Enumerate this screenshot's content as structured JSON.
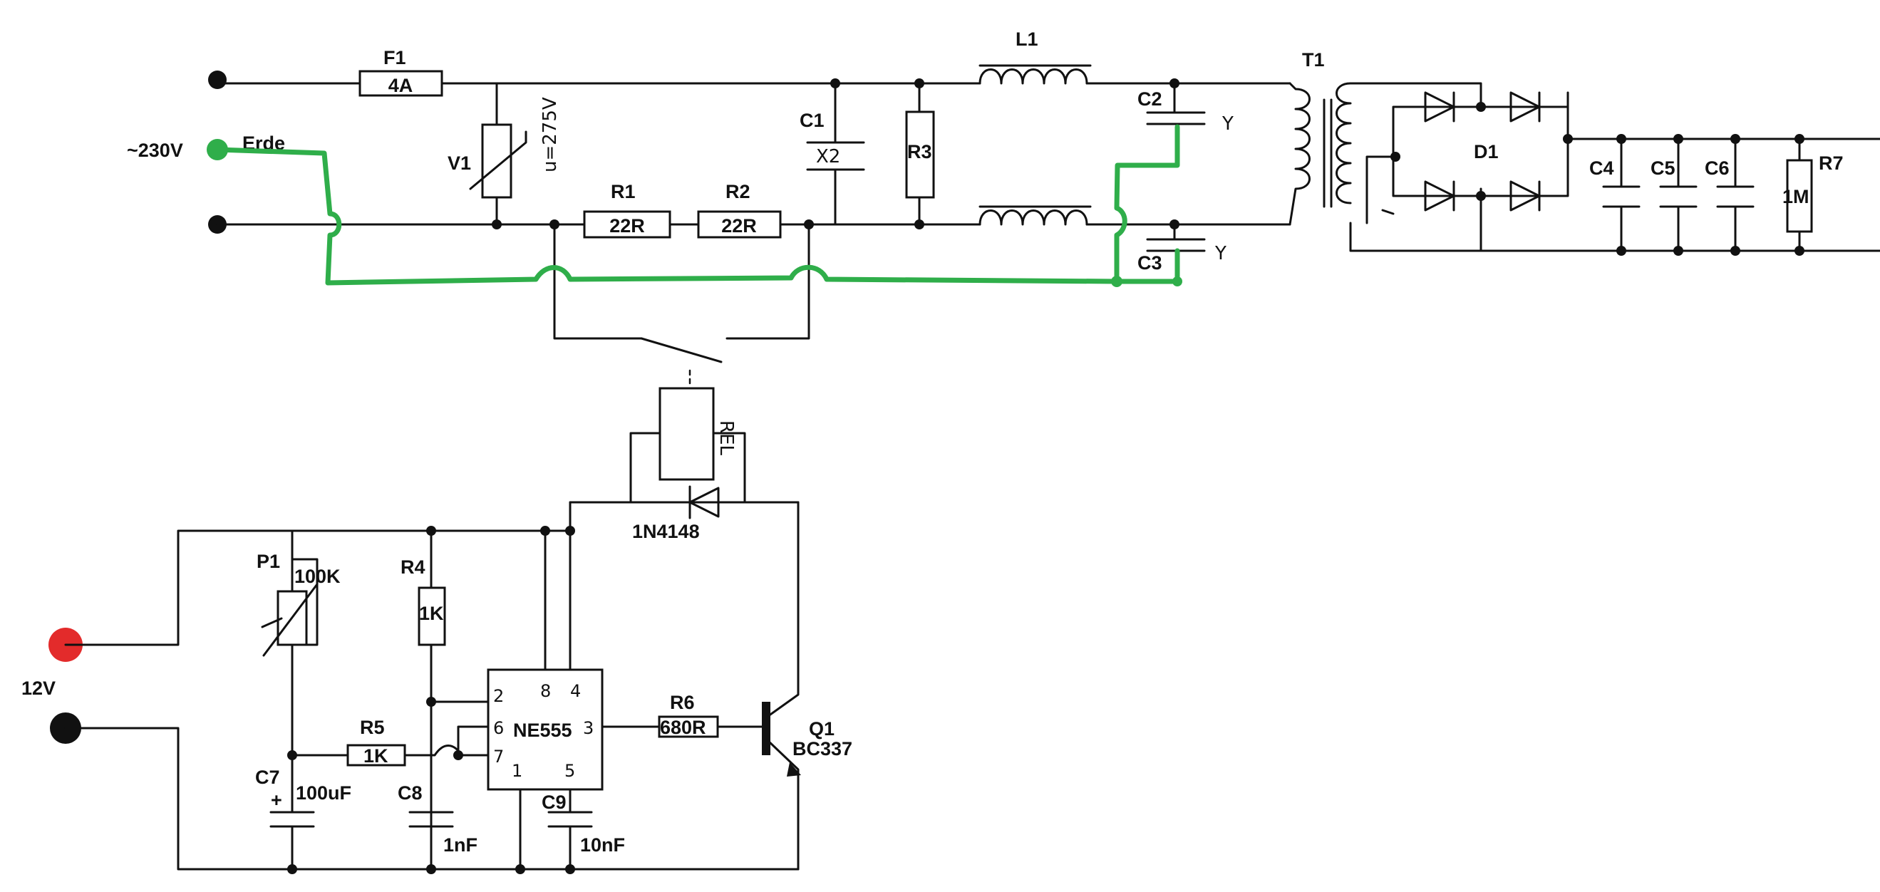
{
  "mains": {
    "voltage": "~230V",
    "earth": "Erde"
  },
  "supply": {
    "voltage": "12V",
    "positive_color": "#e32b2b",
    "negative_color": "#111111"
  },
  "colors": {
    "earth_wire": "#2fae4a",
    "wire": "#111111"
  },
  "components": {
    "F1": {
      "ref": "F1",
      "value": "4A"
    },
    "V1": {
      "ref": "V1",
      "value": "u=275V"
    },
    "R1": {
      "ref": "R1",
      "value": "22R"
    },
    "R2": {
      "ref": "R2",
      "value": "22R"
    },
    "C1": {
      "ref": "C1",
      "value": "X2"
    },
    "R3": {
      "ref": "R3"
    },
    "L1": {
      "ref": "L1"
    },
    "C2": {
      "ref": "C2",
      "value": "Y"
    },
    "C3": {
      "ref": "C3",
      "value": "Y"
    },
    "T1": {
      "ref": "T1"
    },
    "D1": {
      "ref": "D1"
    },
    "C4": {
      "ref": "C4"
    },
    "C5": {
      "ref": "C5"
    },
    "C6": {
      "ref": "C6"
    },
    "R7": {
      "ref": "R7",
      "value": "1M"
    },
    "REL": {
      "value": "REL"
    },
    "D2": {
      "value": "1N4148"
    },
    "P1": {
      "ref": "P1",
      "value": "100K"
    },
    "R4": {
      "ref": "R4",
      "value": "1K"
    },
    "R5": {
      "ref": "R5",
      "value": "1K"
    },
    "C7": {
      "ref": "C7",
      "value": "100uF",
      "polarity": "+"
    },
    "C8": {
      "ref": "C8",
      "value": "1nF"
    },
    "C9": {
      "ref": "C9",
      "value": "10nF"
    },
    "IC": {
      "value": "NE555",
      "pins": [
        "2",
        "8",
        "4",
        "6",
        "3",
        "7",
        "1",
        "5"
      ]
    },
    "R6": {
      "ref": "R6",
      "value": "680R"
    },
    "Q1": {
      "ref": "Q1",
      "value": "BC337"
    }
  }
}
